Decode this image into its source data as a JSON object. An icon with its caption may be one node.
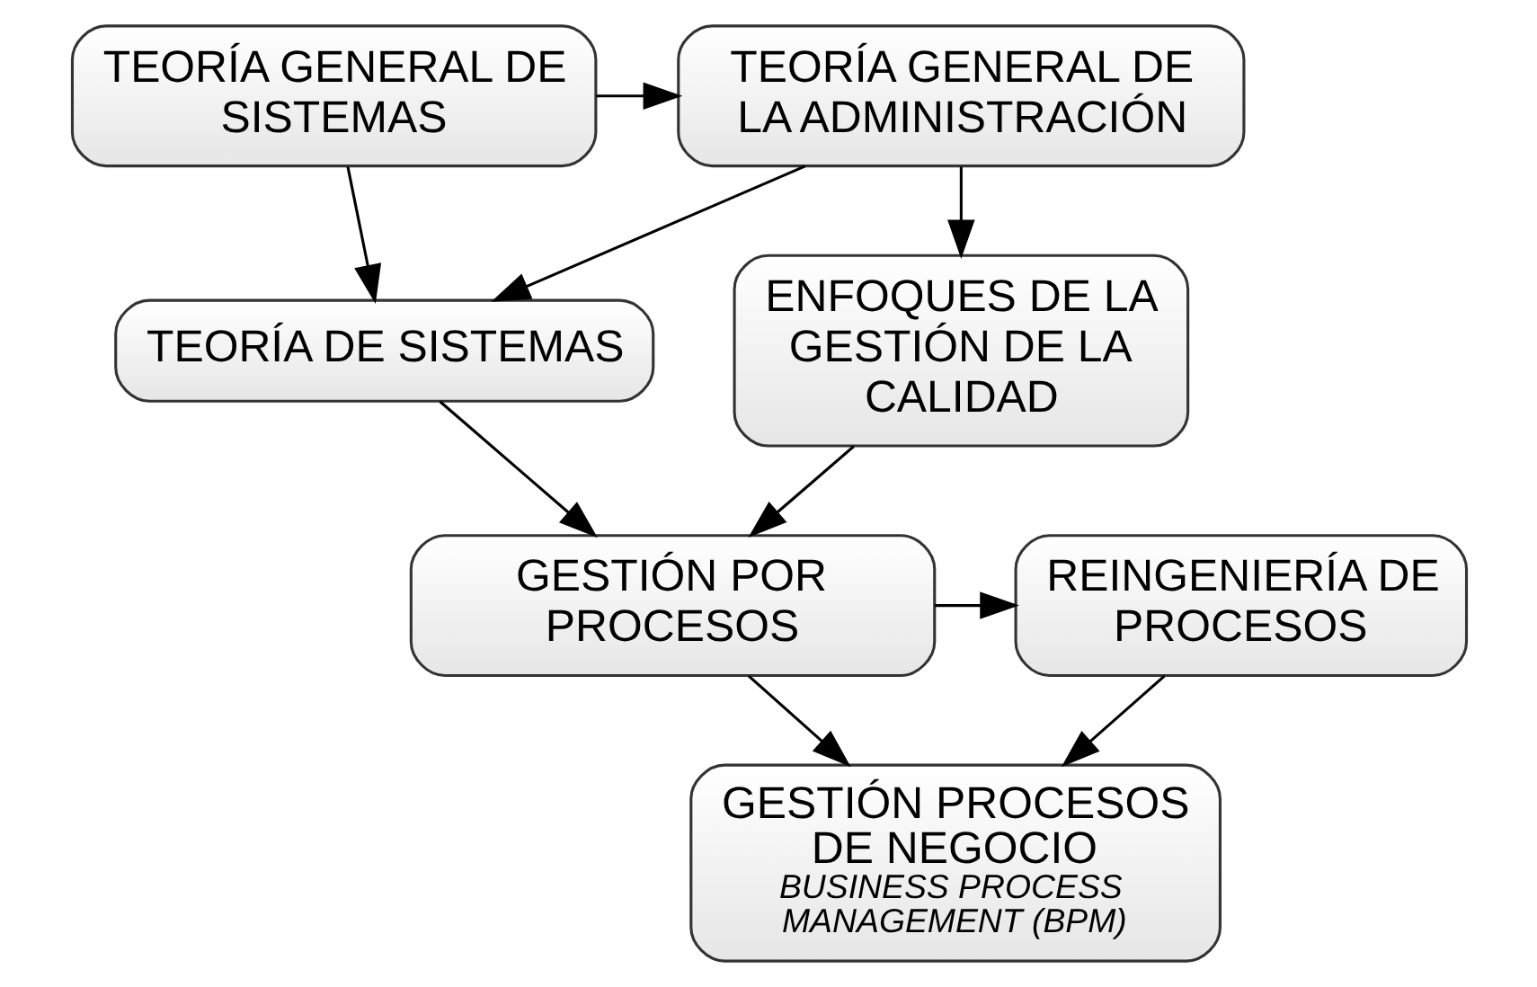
{
  "diagram": {
    "nodes": [
      {
        "text": [
          "TEORÍA GENERAL DE SISTEMAS"
        ]
      },
      {
        "text": [
          "TEORÍA GENERAL DE LA ADMINISTRACIÓN"
        ]
      },
      {
        "text": [
          "TEORÍA DE SISTEMAS"
        ]
      },
      {
        "text": [
          "ENFOQUES DE LA GESTIÓN DE LA CALIDAD"
        ]
      },
      {
        "text": [
          "GESTIÓN POR PROCESOS"
        ]
      },
      {
        "text": [
          "REINGENIERÍA DE PROCESOS"
        ]
      },
      {
        "text": [
          "GESTIÓN PROCESOS DE NEGOCIO",
          "BUSINESS PROCESS MANAGEMENT (BPM)"
        ]
      }
    ],
    "edges": [
      {
        "from": 0,
        "to": 1,
        "arrow": "to"
      },
      {
        "from": 1,
        "to": 2,
        "arrow": "to"
      },
      {
        "from": 1,
        "to": 3,
        "arrow": "to"
      },
      {
        "from": 0,
        "to": 2,
        "arrow": "to"
      },
      {
        "from": 2,
        "to": 4,
        "arrow": "to"
      },
      {
        "from": 3,
        "to": 4,
        "arrow": "to"
      },
      {
        "from": 4,
        "to": 5,
        "arrow": "to"
      },
      {
        "from": 4,
        "to": 6,
        "arrow": "to"
      },
      {
        "from": 5,
        "to": 6,
        "arrow": "to"
      }
    ]
  }
}
